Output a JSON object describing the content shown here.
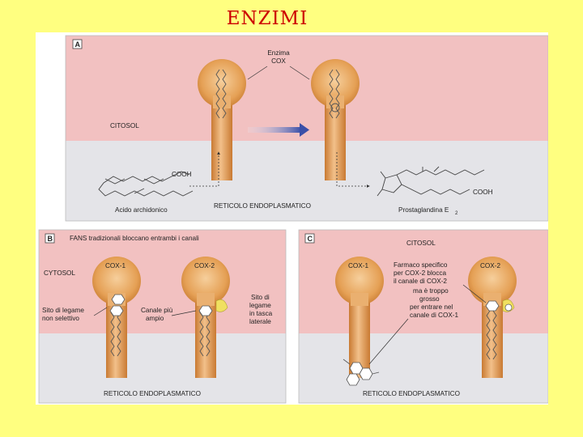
{
  "slide": {
    "title": "ENZIMI"
  },
  "colors": {
    "slide_background": "#ffff80",
    "title_text": "#cc0000",
    "cytosol_pink": "#f2c1c1",
    "er_grey": "#e4e4e8",
    "enzyme_orange": "#e8a45a",
    "arrow_blue": "#3a4fa8",
    "binding_site_yellow": "#f0e060"
  },
  "panel_a": {
    "letter": "A",
    "enzyme_label_line1": "Enzima",
    "enzyme_label_line2": "COX",
    "cytosol_label": "CITOSOL",
    "er_label": "RETICOLO ENDOPLASMATICO",
    "substrate_label": "Acido archidonico",
    "substrate_group": "COOH",
    "product_label": "Prostaglandina E",
    "product_subscript": "2",
    "product_group": "COOH"
  },
  "panel_b": {
    "letter": "B",
    "header": "FANS tradizionali bloccano entrambi i canali",
    "cytosol_label": "CYTOSOL",
    "cox1_label": "COX-1",
    "cox2_label": "COX-2",
    "site_label_lines": [
      "Sito di legame",
      "non selettivo"
    ],
    "canal_label_lines": [
      "Canale più",
      "ampio"
    ],
    "side_pocket_lines": [
      "Sito di",
      "legame",
      "in tasca",
      "laterale"
    ],
    "er_label": "RETICOLO ENDOPLASMATICO"
  },
  "panel_c": {
    "letter": "C",
    "cytosol_label": "CITOSOL",
    "cox1_label": "COX-1",
    "cox2_label": "COX-2",
    "drug_note_lines": [
      "Farmaco specifico",
      "per COX-2 blocca",
      "il canale di COX-2",
      "ma è troppo",
      "grosso",
      "per entrare nel",
      "canale di COX-1"
    ],
    "er_label": "RETICOLO ENDOPLASMATICO"
  }
}
